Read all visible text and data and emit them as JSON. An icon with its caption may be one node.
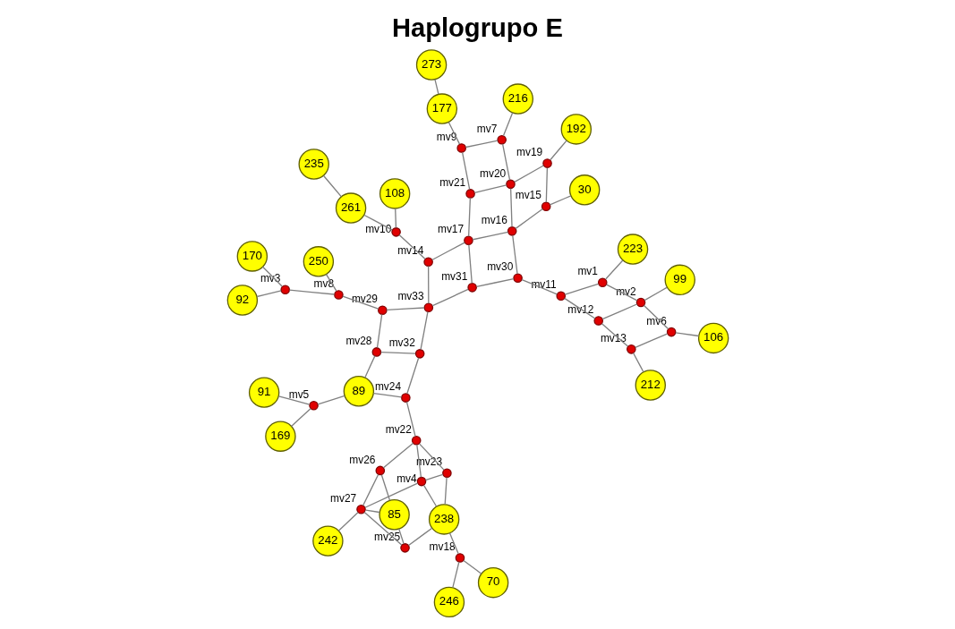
{
  "diagram": {
    "title": "Haplogrupo E",
    "nodes": [
      {
        "text": [
          "91"
        ]
      },
      {
        "text": [
          "169"
        ]
      },
      {
        "text": [
          "92"
        ]
      },
      {
        "text": [
          "170"
        ]
      },
      {
        "text": [
          "106"
        ]
      },
      {
        "text": [
          "250"
        ]
      },
      {
        "text": [
          "mv5"
        ]
      },
      {
        "text": [
          "70"
        ]
      },
      {
        "text": [
          "mv3"
        ]
      },
      {
        "text": [
          "89"
        ]
      },
      {
        "text": [
          "212"
        ]
      },
      {
        "text": [
          "246"
        ]
      },
      {
        "text": [
          "mv18"
        ]
      },
      {
        "text": [
          "mv25"
        ]
      },
      {
        "text": [
          "238"
        ]
      },
      {
        "text": [
          "mv8"
        ]
      },
      {
        "text": [
          "mv23"
        ]
      },
      {
        "text": [
          "242"
        ]
      },
      {
        "text": [
          "mv4"
        ]
      },
      {
        "text": [
          "mv27"
        ]
      },
      {
        "text": [
          "85"
        ]
      },
      {
        "text": [
          "mv28"
        ]
      },
      {
        "text": [
          "mv29"
        ]
      },
      {
        "text": [
          "99"
        ]
      },
      {
        "text": [
          "mv13"
        ]
      },
      {
        "text": [
          "mv6"
        ]
      },
      {
        "text": [
          "mv24"
        ]
      },
      {
        "text": [
          "mv33"
        ]
      },
      {
        "text": [
          "mv32"
        ]
      },
      {
        "text": [
          "mv22"
        ]
      },
      {
        "text": [
          "mv26"
        ]
      },
      {
        "text": [
          "mv12"
        ]
      },
      {
        "text": [
          "mv2"
        ]
      },
      {
        "text": [
          "mv14"
        ]
      },
      {
        "text": [
          "mv1"
        ]
      },
      {
        "text": [
          "mv11"
        ]
      },
      {
        "text": [
          "223"
        ]
      },
      {
        "text": [
          "mv31"
        ]
      },
      {
        "text": [
          "mv30"
        ]
      },
      {
        "text": [
          "mv10"
        ]
      },
      {
        "text": [
          "mv15"
        ]
      },
      {
        "text": [
          "mv17"
        ]
      },
      {
        "text": [
          "mv16"
        ]
      },
      {
        "text": [
          "30"
        ]
      },
      {
        "text": [
          "108"
        ]
      },
      {
        "text": [
          "mv19"
        ]
      },
      {
        "text": [
          "mv21"
        ]
      },
      {
        "text": [
          "mv20"
        ]
      },
      {
        "text": [
          "261"
        ]
      },
      {
        "text": [
          "192"
        ]
      },
      {
        "text": [
          "mv9"
        ]
      },
      {
        "text": [
          "mv7"
        ]
      },
      {
        "text": [
          "235"
        ]
      },
      {
        "text": [
          "216"
        ]
      },
      {
        "text": [
          "273"
        ]
      },
      {
        "text": [
          "177"
        ]
      }
    ],
    "edges": [
      {
        "from": 0,
        "to": 6,
        "arrow": "none"
      },
      {
        "from": 1,
        "to": 6,
        "arrow": "none"
      },
      {
        "from": 6,
        "to": 9,
        "arrow": "none"
      },
      {
        "from": 5,
        "to": 15,
        "arrow": "none"
      },
      {
        "from": 2,
        "to": 8,
        "arrow": "none"
      },
      {
        "from": 3,
        "to": 8,
        "arrow": "none"
      },
      {
        "from": 8,
        "to": 15,
        "arrow": "none"
      },
      {
        "from": 15,
        "to": 22,
        "arrow": "none"
      },
      {
        "from": 22,
        "to": 21,
        "arrow": "none"
      },
      {
        "from": 22,
        "to": 27,
        "arrow": "none"
      },
      {
        "from": 21,
        "to": 28,
        "arrow": "none"
      },
      {
        "from": 9,
        "to": 21,
        "arrow": "none"
      },
      {
        "from": 9,
        "to": 26,
        "arrow": "none"
      },
      {
        "from": 26,
        "to": 28,
        "arrow": "none"
      },
      {
        "from": 28,
        "to": 27,
        "arrow": "none"
      },
      {
        "from": 26,
        "to": 29,
        "arrow": "none"
      },
      {
        "from": 27,
        "to": 33,
        "arrow": "none"
      },
      {
        "from": 27,
        "to": 37,
        "arrow": "none"
      },
      {
        "from": 33,
        "to": 39,
        "arrow": "none"
      },
      {
        "from": 33,
        "to": 41,
        "arrow": "none"
      },
      {
        "from": 39,
        "to": 44,
        "arrow": "none"
      },
      {
        "from": 39,
        "to": 48,
        "arrow": "none"
      },
      {
        "from": 48,
        "to": 52,
        "arrow": "none"
      },
      {
        "from": 7,
        "to": 12,
        "arrow": "none"
      },
      {
        "from": 11,
        "to": 12,
        "arrow": "none"
      },
      {
        "from": 12,
        "to": 14,
        "arrow": "none"
      },
      {
        "from": 13,
        "to": 14,
        "arrow": "none"
      },
      {
        "from": 13,
        "to": 20,
        "arrow": "none"
      },
      {
        "from": 13,
        "to": 19,
        "arrow": "none"
      },
      {
        "from": 17,
        "to": 19,
        "arrow": "none"
      },
      {
        "from": 20,
        "to": 19,
        "arrow": "none"
      },
      {
        "from": 19,
        "to": 18,
        "arrow": "none"
      },
      {
        "from": 18,
        "to": 14,
        "arrow": "none"
      },
      {
        "from": 18,
        "to": 16,
        "arrow": "none"
      },
      {
        "from": 14,
        "to": 16,
        "arrow": "none"
      },
      {
        "from": 16,
        "to": 29,
        "arrow": "none"
      },
      {
        "from": 18,
        "to": 29,
        "arrow": "none"
      },
      {
        "from": 19,
        "to": 30,
        "arrow": "none"
      },
      {
        "from": 20,
        "to": 30,
        "arrow": "none"
      },
      {
        "from": 30,
        "to": 29,
        "arrow": "none"
      },
      {
        "from": 10,
        "to": 24,
        "arrow": "none"
      },
      {
        "from": 4,
        "to": 25,
        "arrow": "none"
      },
      {
        "from": 24,
        "to": 25,
        "arrow": "none"
      },
      {
        "from": 24,
        "to": 31,
        "arrow": "none"
      },
      {
        "from": 25,
        "to": 32,
        "arrow": "none"
      },
      {
        "from": 31,
        "to": 32,
        "arrow": "none"
      },
      {
        "from": 23,
        "to": 32,
        "arrow": "none"
      },
      {
        "from": 31,
        "to": 35,
        "arrow": "none"
      },
      {
        "from": 32,
        "to": 34,
        "arrow": "none"
      },
      {
        "from": 35,
        "to": 34,
        "arrow": "none"
      },
      {
        "from": 34,
        "to": 36,
        "arrow": "none"
      },
      {
        "from": 35,
        "to": 38,
        "arrow": "none"
      },
      {
        "from": 38,
        "to": 37,
        "arrow": "none"
      },
      {
        "from": 37,
        "to": 41,
        "arrow": "none"
      },
      {
        "from": 38,
        "to": 42,
        "arrow": "none"
      },
      {
        "from": 41,
        "to": 42,
        "arrow": "none"
      },
      {
        "from": 42,
        "to": 40,
        "arrow": "none"
      },
      {
        "from": 40,
        "to": 43,
        "arrow": "none"
      },
      {
        "from": 40,
        "to": 45,
        "arrow": "none"
      },
      {
        "from": 45,
        "to": 49,
        "arrow": "none"
      },
      {
        "from": 42,
        "to": 47,
        "arrow": "none"
      },
      {
        "from": 41,
        "to": 46,
        "arrow": "none"
      },
      {
        "from": 46,
        "to": 47,
        "arrow": "none"
      },
      {
        "from": 47,
        "to": 45,
        "arrow": "none"
      },
      {
        "from": 46,
        "to": 50,
        "arrow": "none"
      },
      {
        "from": 47,
        "to": 51,
        "arrow": "none"
      },
      {
        "from": 50,
        "to": 51,
        "arrow": "none"
      },
      {
        "from": 50,
        "to": 55,
        "arrow": "none"
      },
      {
        "from": 51,
        "to": 53,
        "arrow": "none"
      },
      {
        "from": 55,
        "to": 54,
        "arrow": "none"
      }
    ]
  }
}
